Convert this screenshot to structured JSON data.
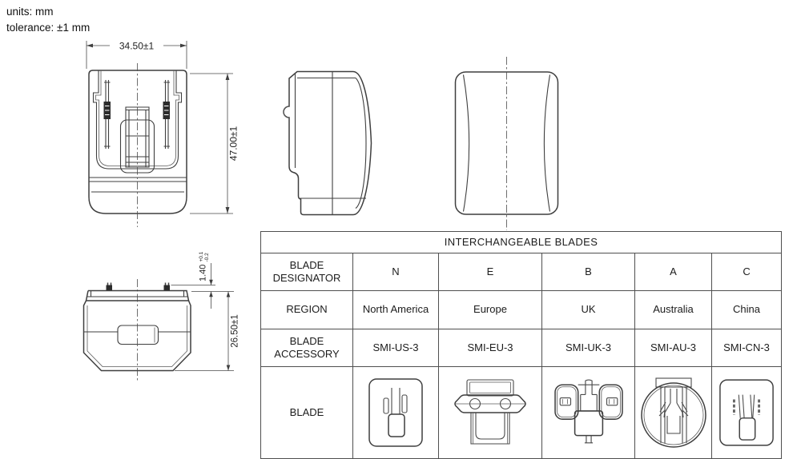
{
  "notes": {
    "units": "units: mm",
    "tolerance": "tolerance: ±1 mm"
  },
  "dimensions": {
    "body_width": "34.50±1",
    "body_height": "47.00±1",
    "body_depth": "26.50±1",
    "pin_protrusion": "1.40",
    "pin_tol_upper": "+0.1",
    "pin_tol_lower": "-0.2"
  },
  "blade_table": {
    "title": "INTERCHANGEABLE BLADES",
    "row_headers": [
      "BLADE DESIGNATOR",
      "REGION",
      "BLADE ACCESSORY",
      "BLADE"
    ],
    "designators": [
      "N",
      "E",
      "B",
      "A",
      "C"
    ],
    "regions": [
      "North America",
      "Europe",
      "UK",
      "Australia",
      "China"
    ],
    "accessories": [
      "SMI-US-3",
      "SMI-EU-3",
      "SMI-UK-3",
      "SMI-AU-3",
      "SMI-CN-3"
    ],
    "blade_icon_names": [
      "us-blade-icon",
      "eu-blade-icon",
      "uk-blade-icon",
      "au-blade-icon",
      "cn-blade-icon"
    ]
  }
}
